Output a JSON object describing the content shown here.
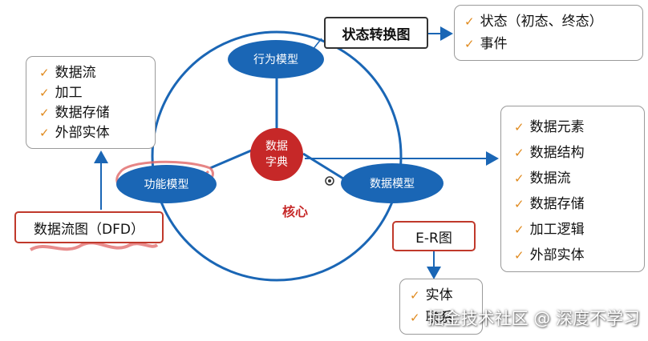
{
  "center": {
    "label": "数据\n字典",
    "caption": "核心"
  },
  "models": {
    "behavior": "行为模型",
    "function": "功能模型",
    "data": "数据模型"
  },
  "state_diagram": {
    "title": "状态转换图",
    "items": [
      "状态（初态、终态）",
      "事件"
    ]
  },
  "dfd": {
    "title": "数据流图（DFD）",
    "items": [
      "数据流",
      "加工",
      "数据存储",
      "外部实体"
    ]
  },
  "data_dictionary_items": [
    "数据元素",
    "数据结构",
    "数据流",
    "数据存储",
    "加工逻辑",
    "外部实体"
  ],
  "er": {
    "title": "E-R图",
    "items": [
      "实体",
      "联系"
    ]
  },
  "watermark": "掘金技术社区 @ 深度不学习",
  "colors": {
    "ellipse_blue": "#1a66b5",
    "core_red": "#c62828",
    "check_orange": "#e08a1e",
    "scribble_red": "#e06666"
  }
}
